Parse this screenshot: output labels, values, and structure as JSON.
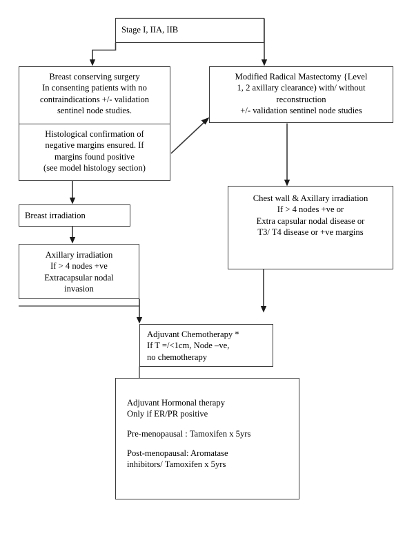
{
  "chart_data": {
    "type": "diagram",
    "title": "Breast Cancer Stage I, IIA, IIB Management Flowchart",
    "nodes": [
      {
        "id": "stage",
        "label": "Stage I, IIA, IIB"
      },
      {
        "id": "bcs",
        "label": "Breast conserving surgery\nIn consenting patients with no\ncontraindications +/- validation\nsentinel node studies."
      },
      {
        "id": "histology",
        "label": "Histological confirmation of\nnegative margins ensured. If\nmargins found positive\n(see model histology section)"
      },
      {
        "id": "mrm",
        "label": "Modified Radical Mastectomy {Level\n1, 2 axillary clearance) with/ without\nreconstruction\n+/- validation sentinel node studies"
      },
      {
        "id": "chestwall",
        "label": "Chest wall & Axillary irradiation\nIf > 4 nodes +ve or\nExtra capsular nodal disease or\nT3/ T4 disease or +ve margins"
      },
      {
        "id": "breast_irr",
        "label": "Breast irradiation"
      },
      {
        "id": "axillary_irr",
        "label": "Axillary irradiation\nIf > 4 nodes +ve\nExtracapsular nodal\ninvasion"
      },
      {
        "id": "chemo",
        "label": "Adjuvant Chemotherapy *\nIf T =/<1cm, Node –ve,\nno chemotherapy"
      },
      {
        "id": "hormonal",
        "label": "Adjuvant Hormonal therapy\nOnly if ER/PR positive\n\nPre-menopausal : Tamoxifen x 5yrs\n\nPost-menopausal: Aromatase\ninhibitors/ Tamoxifen x 5yrs"
      }
    ],
    "edges": [
      {
        "from": "stage",
        "to": "bcs"
      },
      {
        "from": "stage",
        "to": "mrm"
      },
      {
        "from": "histology",
        "to": "mrm"
      },
      {
        "from": "bcs_group",
        "to": "breast_irr"
      },
      {
        "from": "breast_irr",
        "to": "axillary_irr"
      },
      {
        "from": "mrm",
        "to": "chestwall"
      },
      {
        "from": "axillary_irr",
        "to": "chemo"
      },
      {
        "from": "chestwall",
        "to": "chemo"
      },
      {
        "from": "chemo",
        "to": "hormonal"
      }
    ]
  },
  "colors": {
    "border": "#3a3a3a",
    "text": "#000000",
    "background": "#ffffff"
  },
  "nodes": {
    "stage": {
      "line1": "Stage I, IIA, IIB"
    },
    "bcs": {
      "line1": "Breast conserving surgery",
      "line2": "In consenting patients with no",
      "line3": "contraindications +/- validation",
      "line4": "sentinel node studies."
    },
    "histology": {
      "line1": "Histological confirmation of",
      "line2": "negative margins ensured. If",
      "line3": "margins found positive",
      "line4": "(see model histology section)"
    },
    "mrm": {
      "line1": "Modified Radical Mastectomy {Level",
      "line2": "1, 2 axillary clearance) with/ without",
      "line3": "reconstruction",
      "line4": "+/- validation sentinel node studies"
    },
    "chestwall": {
      "line1": "Chest wall & Axillary irradiation",
      "line2": "If > 4 nodes +ve or",
      "line3": "Extra capsular nodal disease or",
      "line4": "T3/ T4 disease or +ve margins"
    },
    "breast_irr": {
      "line1": "Breast irradiation"
    },
    "axillary_irr": {
      "line1": "Axillary irradiation",
      "line2": "If > 4 nodes +ve",
      "line3": "Extracapsular nodal",
      "line4": "invasion"
    },
    "chemo": {
      "line1": "Adjuvant Chemotherapy *",
      "line2": "If T =/<1cm, Node –ve,",
      "line3": "no chemotherapy"
    },
    "hormonal": {
      "line1": "Adjuvant Hormonal therapy",
      "line2": "Only if ER/PR positive",
      "line3": "Pre-menopausal : Tamoxifen x 5yrs",
      "line4": "Post-menopausal: Aromatase",
      "line5": "inhibitors/ Tamoxifen x 5yrs"
    }
  }
}
